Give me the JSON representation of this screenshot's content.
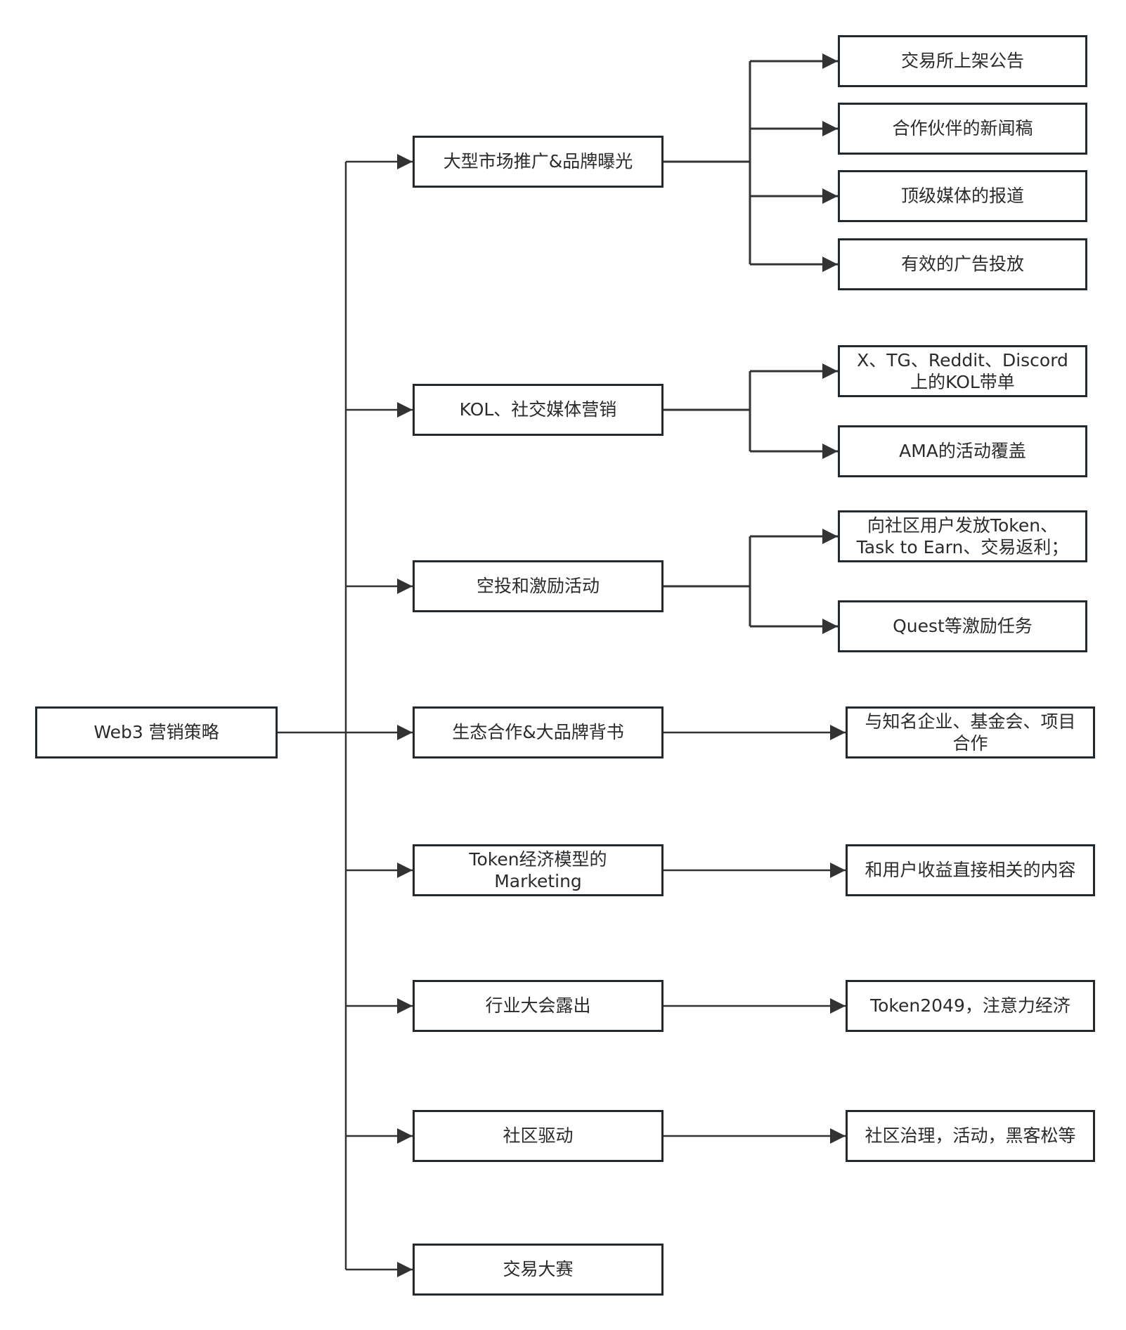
{
  "title": "Web3 营销策略",
  "root": {
    "id": "root",
    "label": "Web3 营销策略"
  },
  "branches": [
    {
      "id": "b1",
      "label": "大型市场推广&品牌曝光",
      "children": [
        {
          "id": "b1c1",
          "label": "交易所上架公告"
        },
        {
          "id": "b1c2",
          "label": "合作伙伴的新闻稿"
        },
        {
          "id": "b1c3",
          "label": "顶级媒体的报道"
        },
        {
          "id": "b1c4",
          "label": "有效的广告投放"
        }
      ]
    },
    {
      "id": "b2",
      "label": "KOL、社交媒体营销",
      "children": [
        {
          "id": "b2c1",
          "label": "X、TG、Reddit、Discord\n上的KOL带单"
        },
        {
          "id": "b2c2",
          "label": "AMA的活动覆盖"
        }
      ]
    },
    {
      "id": "b3",
      "label": "空投和激励活动",
      "children": [
        {
          "id": "b3c1",
          "label": "向社区用户发放Token、\nTask to Earn、交易返利；"
        },
        {
          "id": "b3c2",
          "label": "Quest等激励任务"
        }
      ]
    },
    {
      "id": "b4",
      "label": "生态合作&大品牌背书",
      "children": [
        {
          "id": "b4c1",
          "label": "与知名企业、基金会、项目\n合作"
        }
      ]
    },
    {
      "id": "b5",
      "label": "Token经济模型的\nMarketing",
      "children": [
        {
          "id": "b5c1",
          "label": "和用户收益直接相关的内容"
        }
      ]
    },
    {
      "id": "b6",
      "label": "行业大会露出",
      "children": [
        {
          "id": "b6c1",
          "label": "Token2049，注意力经济"
        }
      ]
    },
    {
      "id": "b7",
      "label": "社区驱动",
      "children": [
        {
          "id": "b7c1",
          "label": "社区治理，活动，黑客松等"
        }
      ]
    },
    {
      "id": "b8",
      "label": "交易大赛",
      "children": []
    }
  ],
  "colors": {
    "stroke": "#333333",
    "border": "#222a30",
    "text": "#2b2b2b",
    "fill": "#ffffff"
  }
}
